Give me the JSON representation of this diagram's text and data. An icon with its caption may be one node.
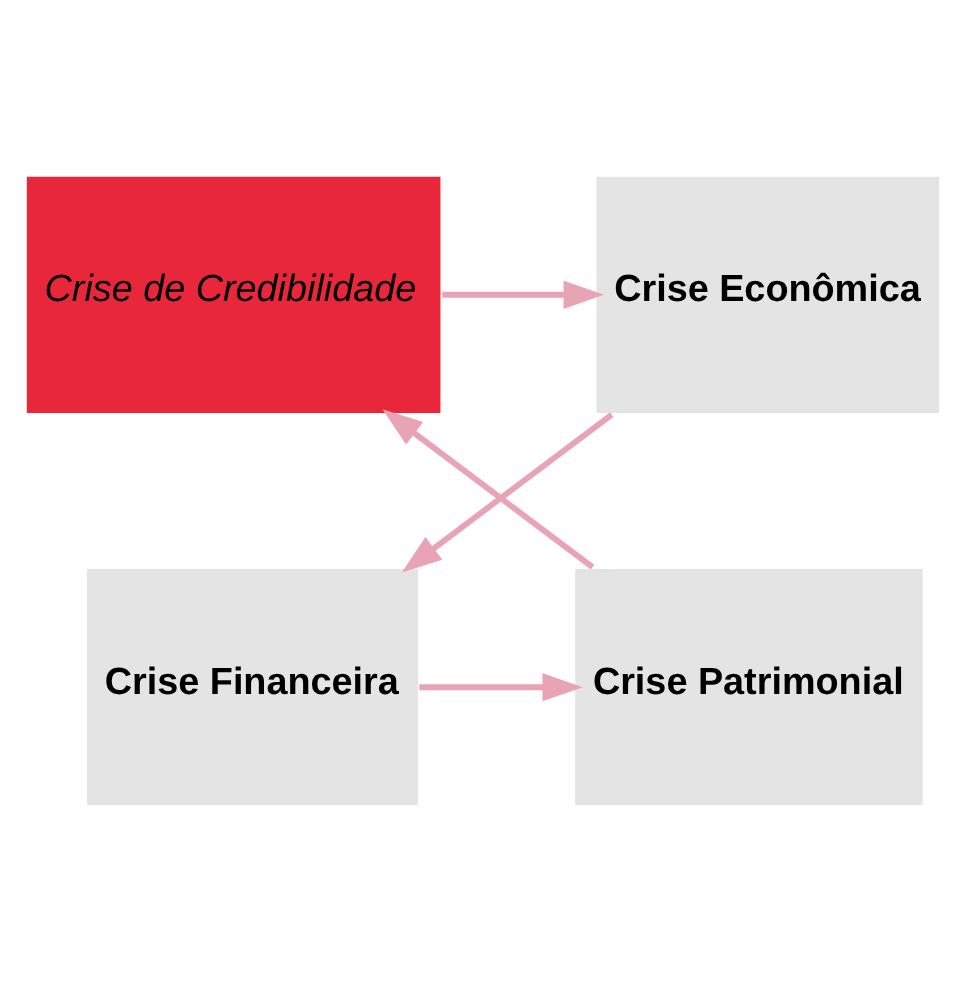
{
  "diagram": {
    "nodes": [
      {
        "text": [
          "Crise de Credibilidade"
        ]
      },
      {
        "text": [
          "Crise Econômica"
        ]
      },
      {
        "text": [
          "Crise Financeira"
        ]
      },
      {
        "text": [
          "Crise Patrimonial"
        ]
      }
    ],
    "edges": [
      {
        "from": 0,
        "to": 1,
        "arrow": "to"
      },
      {
        "from": 1,
        "to": 2,
        "arrow": "to"
      },
      {
        "from": 2,
        "to": 3,
        "arrow": "to"
      },
      {
        "from": 3,
        "to": 0,
        "arrow": "to"
      }
    ]
  }
}
